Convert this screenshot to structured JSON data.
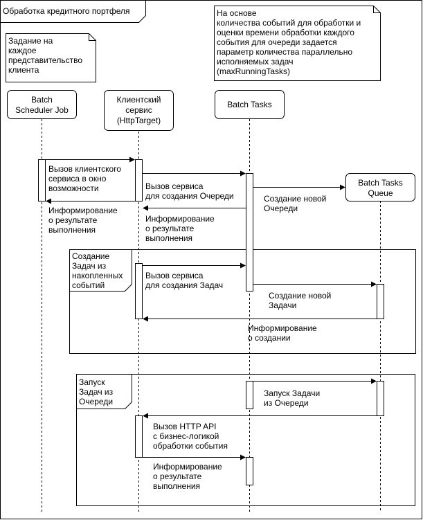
{
  "frame_title": "Обработка кредитного портфеля",
  "notes": [
    {
      "lines": [
        "Задание на",
        "каждое",
        "представительство",
        "клиента"
      ]
    },
    {
      "lines": [
        "На основе",
        "количества событий для обработки и",
        "оценки времени обработки каждого",
        "события для очереди задается",
        "параметр количества параллельно",
        "исполняемых задач",
        "(maxRunningTasks)"
      ]
    }
  ],
  "participants": [
    {
      "lines": [
        "Batch",
        "Scheduler Job"
      ]
    },
    {
      "lines": [
        "Клиентский",
        "сервис",
        "(HttpTarget)"
      ]
    },
    {
      "lines": [
        "Batch Tasks"
      ]
    },
    {
      "lines": [
        "Batch Tasks",
        "Queue"
      ]
    }
  ],
  "fragments": [
    {
      "lines": [
        "Создание",
        "Задач из",
        "накопленных",
        "событий"
      ]
    },
    {
      "lines": [
        "Запуск",
        "Задач из",
        "Очереди"
      ]
    }
  ],
  "messages": [
    {
      "lines": [
        "Вызов клиентского",
        "сервиса в окно",
        "возможности"
      ]
    },
    {
      "lines": [
        "Информирование",
        "о результате",
        "выполнения"
      ]
    },
    {
      "lines": [
        "Вызов сервиса",
        "для создания Очереди"
      ]
    },
    {
      "lines": [
        "Создание новой",
        "Очереди"
      ]
    },
    {
      "lines": [
        "Информирование",
        "о результате",
        "выполнения"
      ]
    },
    {
      "lines": [
        "Вызов сервиса",
        "для создания Задач"
      ]
    },
    {
      "lines": [
        "Создание новой",
        "Задачи"
      ]
    },
    {
      "lines": [
        "Информирование",
        "о создании"
      ]
    },
    {
      "lines": [
        "Запуск Задачи",
        "из Очереди"
      ]
    },
    {
      "lines": [
        "Вызов HTTP API",
        "с бизнес-логикой",
        "обработки события"
      ]
    },
    {
      "lines": [
        "Информирование",
        "о результате",
        "выполнения"
      ]
    }
  ]
}
